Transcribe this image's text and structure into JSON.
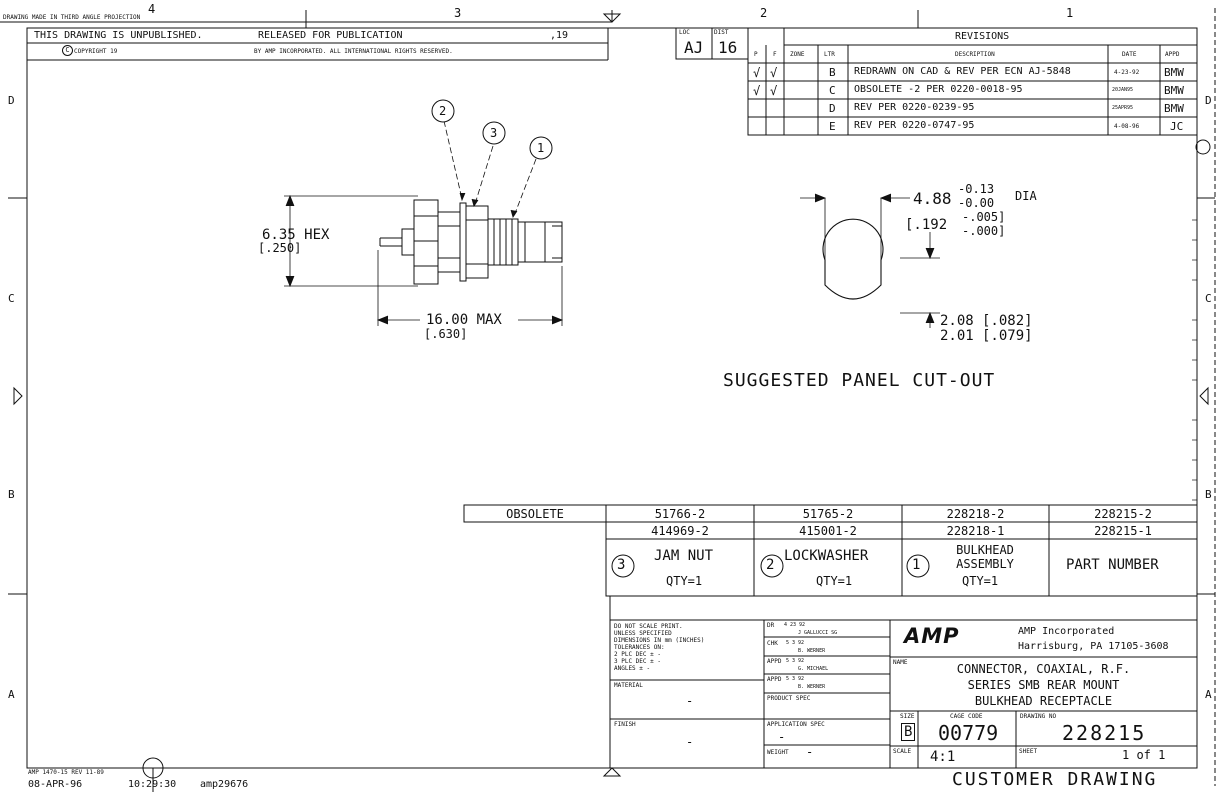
{
  "projection_note": "DRAWING MADE IN THIRD ANGLE PROJECTION",
  "zones_top": [
    "4",
    "3",
    "2",
    "1"
  ],
  "zones_side": [
    "D",
    "C",
    "B",
    "A"
  ],
  "unpublished": "THIS DRAWING IS UNPUBLISHED.",
  "released": "RELEASED FOR PUBLICATION",
  "release_year": ",19",
  "copyright": "COPYRIGHT 19",
  "copyright_by": "BY AMP INCORPORATED.  ALL INTERNATIONAL RIGHTS RESERVED.",
  "loc_label": "LOC",
  "loc_value": "AJ",
  "dist_label": "DIST",
  "dist_value": "16",
  "revisions": {
    "title": "REVISIONS",
    "headers": {
      "p": "P",
      "f": "F",
      "zone": "ZONE",
      "ltr": "LTR",
      "desc": "DESCRIPTION",
      "date": "DATE",
      "appd": "APPD"
    },
    "rows": [
      {
        "p": "√",
        "f": "√",
        "ltr": "B",
        "desc": "REDRAWN ON CAD & REV PER ECN AJ-5848",
        "date": "4-23-92",
        "appd": "BMW"
      },
      {
        "p": "√",
        "f": "√",
        "ltr": "C",
        "desc": "OBSOLETE -2 PER 0220-0018-95",
        "date": "20JAN95",
        "appd": "BMW"
      },
      {
        "p": "",
        "f": "",
        "ltr": "D",
        "desc": "REV PER 0220-0239-95",
        "date": "25APR95",
        "appd": "BMW"
      },
      {
        "p": "",
        "f": "",
        "ltr": "E",
        "desc": "REV PER 0220-0747-95",
        "date": "4-08-96",
        "appd": "JC"
      }
    ]
  },
  "balloons": [
    "2",
    "3",
    "1"
  ],
  "dim_hex": "6.35 HEX",
  "dim_hex_in": "[.250]",
  "dim_len": "16.00 MAX",
  "dim_len_in": "[.630]",
  "panel": {
    "dia": "4.88",
    "tol_plus": "-0.13",
    "tol_minus": "-0.00",
    "dia_label": "DIA",
    "in_val": "[.192",
    "in_plus": "-.005]",
    "in_minus": "-.000]",
    "flat1": "2.08",
    "flat1_in": "[.082]",
    "flat2": "2.01",
    "flat2_in": "[.079]",
    "caption": "SUGGESTED PANEL CUT-OUT"
  },
  "parts": {
    "obsolete": "OBSOLETE",
    "row1": [
      "51766-2",
      "51765-2",
      "228218-2",
      "228215-2"
    ],
    "row2": [
      "414969-2",
      "415001-2",
      "228218-1",
      "228215-1"
    ],
    "items": [
      {
        "num": "3",
        "name": "JAM NUT",
        "qty": "QTY=1"
      },
      {
        "num": "2",
        "name": "LOCKWASHER",
        "qty": "QTY=1"
      },
      {
        "num": "1",
        "name": "BULKHEAD ASSEMBLY",
        "qty": "QTY=1"
      }
    ],
    "part_number": "PART NUMBER"
  },
  "title_block": {
    "notes": [
      "DO NOT SCALE PRINT.",
      "UNLESS SPECIFIED",
      "DIMENSIONS IN mm (INCHES)",
      "TOLERANCES ON:",
      "2 PLC DEC ± -",
      "3 PLC DEC ± -",
      "ANGLES    ± -"
    ],
    "material_label": "MATERIAL",
    "material_value": "-",
    "finish_label": "FINISH",
    "finish_value": "-",
    "dr_label": "DR",
    "dr_date": "4 23 92",
    "dr_name": "J GALLUCCI SG",
    "chk_label": "CHK",
    "chk_date": "5 3 92",
    "chk_name": "B. WERNER",
    "appd1_label": "APPD",
    "appd1_date": "5 3 92",
    "appd1_name": "G. MICHAEL",
    "appd2_label": "APPD",
    "appd2_date": "5 3 92",
    "appd2_name": "B. WERNER",
    "product_spec": "PRODUCT SPEC",
    "application_spec": "APPLICATION SPEC",
    "application_value": "-",
    "weight_label": "WEIGHT",
    "weight_value": "-",
    "company_logo": "AMP",
    "company": "AMP Incorporated",
    "address": "Harrisburg, PA 17105-3608",
    "name_label": "NAME",
    "name_lines": [
      "CONNECTOR, COAXIAL, R.F.",
      "SERIES SMB REAR MOUNT",
      "BULKHEAD RECEPTACLE"
    ],
    "size_label": "SIZE",
    "size_value": "B",
    "cage_label": "CAGE CODE",
    "cage_value": "00779",
    "dwg_label": "DRAWING NO",
    "dwg_value": "228215",
    "scale_label": "SCALE",
    "scale_value": "4:1",
    "sheet_label": "SHEET",
    "sheet_value": "1 of 1"
  },
  "footer": {
    "form": "AMP 1470-15 REV 11-89",
    "date": "08-APR-96",
    "time": "10:29:30",
    "file": "amp29676",
    "customer": "CUSTOMER DRAWING"
  }
}
